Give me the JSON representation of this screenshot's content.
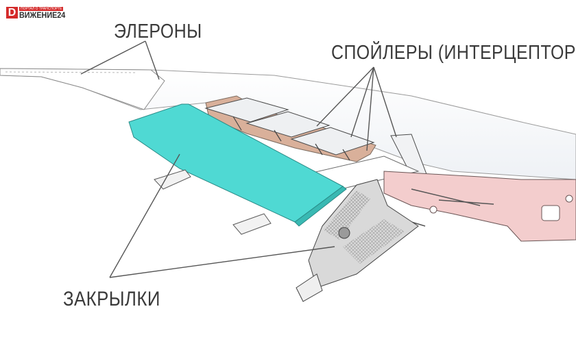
{
  "logo": {
    "mark": "D",
    "tagline": "ПОРТАЛ О ТРАНСПОРТЕ",
    "name": "ВИЖЕНИЕ24"
  },
  "labels": {
    "ailerons": "ЭЛЕРОНЫ",
    "spoilers": "СПОЙЛЕРЫ (ИНТЕРЦЕПТОРЫ)",
    "flaps": "ЗАКРЫЛКИ"
  },
  "colors": {
    "flap": "#4fd9d3",
    "structure_pink": "#f3cdcd",
    "spoiler_bay": "#d9b09a",
    "wing_surface": "#f6f8fb",
    "brand_red": "#d42a2a",
    "leader_lines": "#555555"
  }
}
